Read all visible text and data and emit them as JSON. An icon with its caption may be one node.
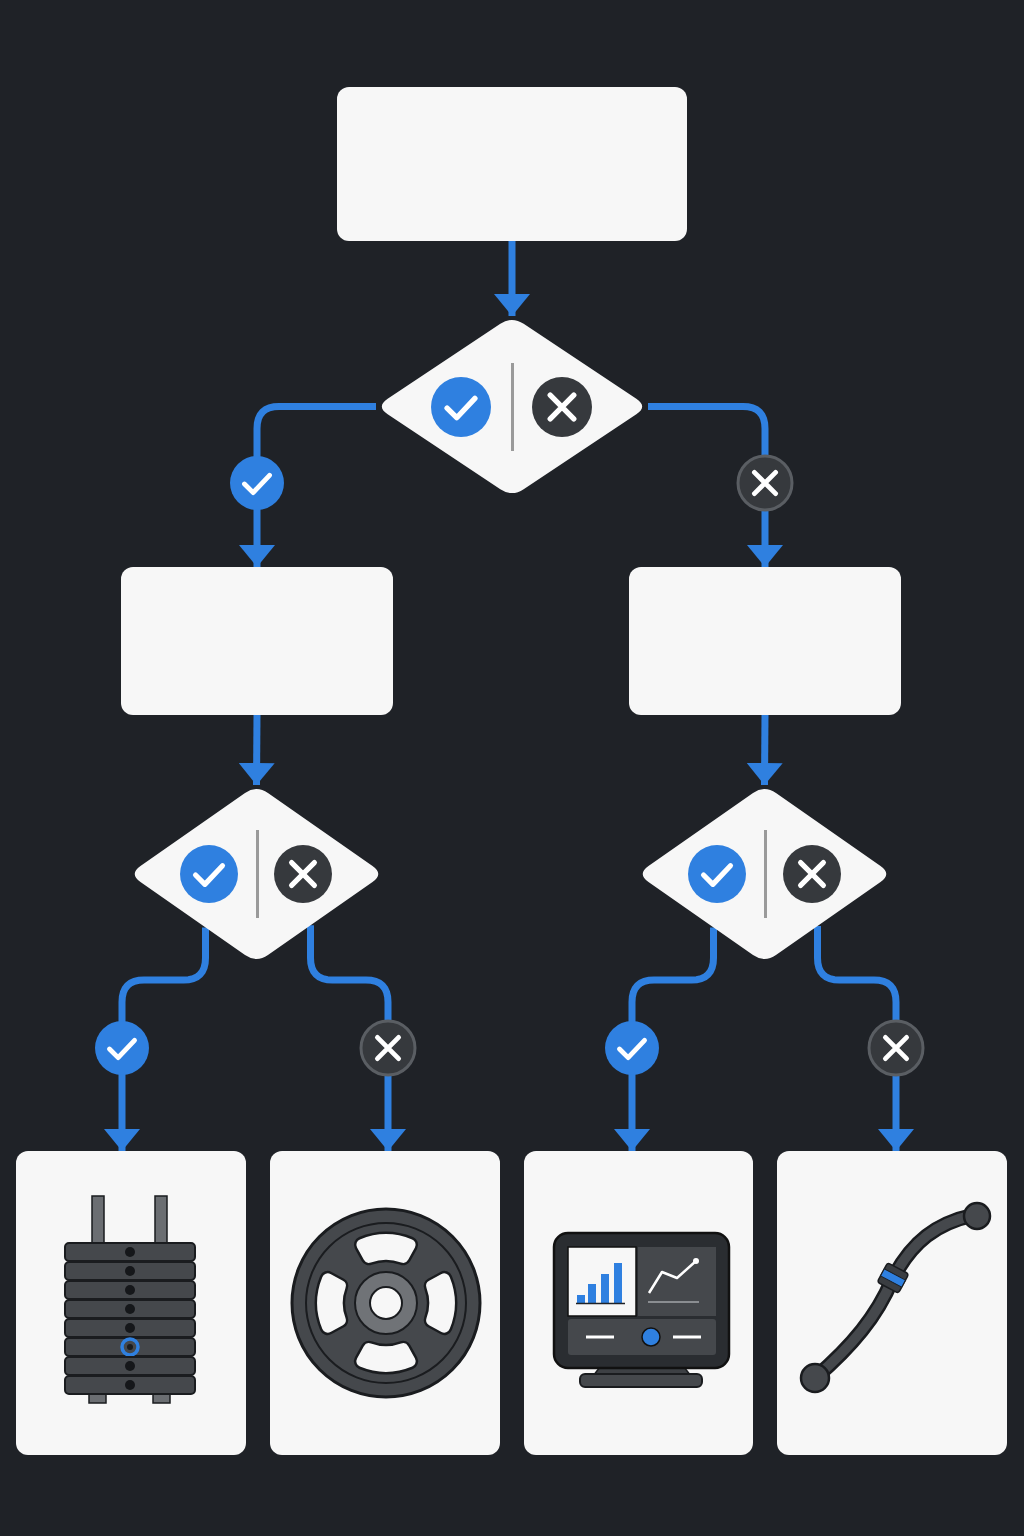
{
  "diagram": {
    "nodes": [
      {
        "text": [],
        "shape": "box"
      },
      {
        "text": [],
        "shape": "diamond"
      },
      {
        "text": [],
        "shape": "box"
      },
      {
        "text": [],
        "shape": "box"
      },
      {
        "text": [],
        "shape": "diamond"
      },
      {
        "text": [],
        "shape": "diamond"
      },
      {
        "text": [],
        "shape": "picture"
      },
      {
        "text": [],
        "shape": "picture"
      },
      {
        "text": [],
        "shape": "picture"
      },
      {
        "text": [],
        "shape": "picture"
      }
    ],
    "edges": [
      {
        "from": 0,
        "to": 1,
        "arrow": "to"
      },
      {
        "from": 1,
        "to": 2,
        "arrow": "to"
      },
      {
        "from": 1,
        "to": 3,
        "arrow": "to"
      },
      {
        "from": 2,
        "to": 4,
        "arrow": "to"
      },
      {
        "from": 3,
        "to": 5,
        "arrow": "to"
      },
      {
        "from": 4,
        "to": 6,
        "arrow": "to"
      },
      {
        "from": 4,
        "to": 7,
        "arrow": "to"
      },
      {
        "from": 5,
        "to": 8,
        "arrow": "to"
      },
      {
        "from": 5,
        "to": 9,
        "arrow": "to"
      }
    ]
  }
}
